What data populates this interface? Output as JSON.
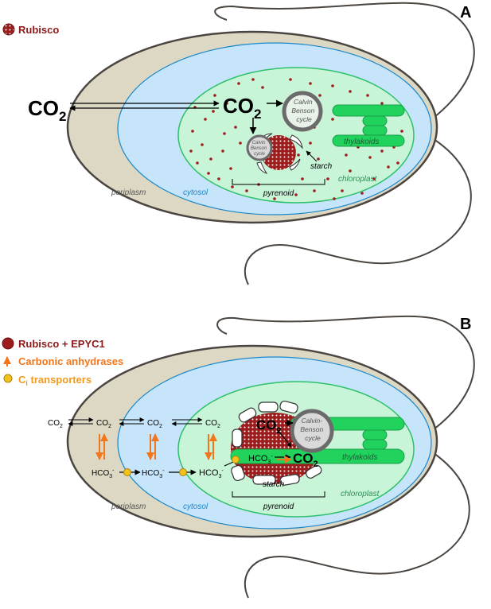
{
  "panel_a": {
    "letter": "A",
    "legend": {
      "rubisco": "Rubisco"
    },
    "co2_outside_main": "CO",
    "co2_outside_sub": "2",
    "co2_chloroplast_main": "CO",
    "co2_chloroplast_sub": "2",
    "calvin_cycle_lines": [
      "Calvin",
      "Benson",
      "cycle"
    ],
    "pyrenoid_cycle_lines": [
      "Calvin",
      "Benson",
      "cycle"
    ],
    "thylakoids": "thylakoids",
    "starch": "starch",
    "pyrenoid": "pyrenoid",
    "chloroplast": "chloroplast",
    "periplasm": "periplasm",
    "cytosol": "cytosol"
  },
  "panel_b": {
    "letter": "B",
    "legend": {
      "rubisco_epyc1": "Rubisco + EPYC1",
      "carbonic_anhydrases": "Carbonic anhydrases",
      "ci_transporters_main": "C",
      "ci_transporters_sub": "i",
      "ci_transporters_rest": " transporters"
    },
    "co2_1_main": "CO",
    "co2_1_sub": "2",
    "co2_2_main": "CO",
    "co2_2_sub": "2",
    "co2_3_main": "CO",
    "co2_3_sub": "2",
    "co2_4_main": "CO",
    "co2_4_sub": "2",
    "co2_pyrenoid_main": "CO",
    "co2_pyrenoid_sub": "2",
    "co2_thylakoid_main": "CO",
    "co2_thylakoid_sub": "2",
    "hco3_1_main": "HCO",
    "hco3_1_sub": "3",
    "hco3_1_sup": "-",
    "hco3_2_main": "HCO",
    "hco3_2_sub": "3",
    "hco3_2_sup": "-",
    "hco3_3_main": "HCO",
    "hco3_3_sub": "3",
    "hco3_3_sup": "-",
    "hco3_4_main": "HCO",
    "hco3_4_sub": "3",
    "hco3_4_sup": "-",
    "calvin_cycle_lines": [
      "Calvin-",
      "Benson",
      "cycle"
    ],
    "thylakoids": "thylakoids",
    "starch": "starch",
    "pyrenoid": "pyrenoid",
    "chloroplast": "chloroplast",
    "periplasm": "periplasm",
    "cytosol": "cytosol"
  },
  "colors": {
    "periplasm_fill": "#ddd8c4",
    "cytosol_fill": "#c6e4fa",
    "cytosol_stroke": "#1a87c9",
    "chloroplast_fill": "#c8f5d8",
    "chloroplast_stroke": "#2fc06a",
    "thylakoid_fill": "#21d35d",
    "rubisco": "#9c1d1d",
    "anhydrase_arrow": "#f2771c",
    "transporter_fill": "#f2c21c",
    "cell_wall": "#4a4540",
    "cycle_ring": "#6b6b6b",
    "legend_title": "#8b1a1a",
    "legend_orange": "#f2771c",
    "legend_yellow_text": "#f29a1c",
    "cytosol_label": "#1a87c9",
    "chloroplast_label": "#2f8f55"
  }
}
